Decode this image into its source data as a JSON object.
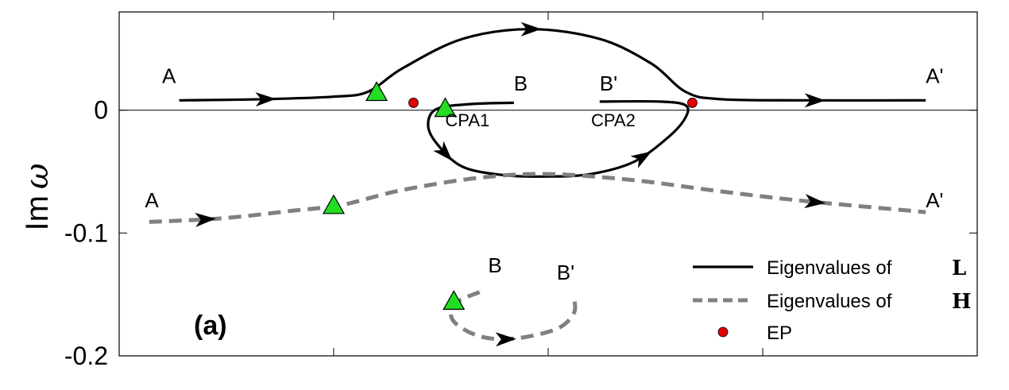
{
  "chart_data": {
    "type": "line",
    "panel_label": "(a)",
    "ylabel": "Im",
    "ylabel_symbol": "ω",
    "xlabel": "",
    "ylim": [
      -0.2,
      0.08
    ],
    "yticks": [
      "0",
      "-0.1",
      "-0.2"
    ],
    "grid": false,
    "zero_line": true,
    "legend": {
      "placement": "bottom-right",
      "entries": [
        {
          "label": "Eigenvalues of",
          "symbol": "L",
          "style": "solid",
          "color": "#000000"
        },
        {
          "label": "Eigenvalues of",
          "symbol": "H",
          "style": "dashed",
          "color": "#808080"
        },
        {
          "label": "EP",
          "style": "marker",
          "color": "#e00000"
        }
      ]
    },
    "series": [
      {
        "name": "Eigenvalues of L",
        "style": "solid",
        "color": "#000000",
        "branches": [
          {
            "start": "A",
            "end": "A'",
            "points": [
              [
                0.07,
                0.008
              ],
              [
                0.17,
                0.009
              ],
              [
                0.25,
                0.011
              ],
              [
                0.29,
                0.015
              ],
              [
                0.33,
                0.034
              ],
              [
                0.4,
                0.058
              ],
              [
                0.48,
                0.066
              ],
              [
                0.56,
                0.058
              ],
              [
                0.62,
                0.038
              ],
              [
                0.66,
                0.015
              ],
              [
                0.7,
                0.009
              ],
              [
                0.8,
                0.008
              ],
              [
                0.94,
                0.008
              ]
            ],
            "arrows_at": [
              0.17,
              0.48,
              0.81
            ]
          },
          {
            "start": "B",
            "end": "B'",
            "points": [
              [
                0.46,
                0.006
              ],
              [
                0.41,
                0.005
              ],
              [
                0.37,
                0.001
              ],
              [
                0.36,
                -0.012
              ],
              [
                0.37,
                -0.027
              ],
              [
                0.4,
                -0.046
              ],
              [
                0.45,
                -0.053
              ],
              [
                0.5,
                -0.054
              ],
              [
                0.55,
                -0.052
              ],
              [
                0.6,
                -0.042
              ],
              [
                0.64,
                -0.022
              ],
              [
                0.66,
                -0.006
              ],
              [
                0.66,
                0.004
              ],
              [
                0.63,
                0.007
              ],
              [
                0.56,
                0.007
              ]
            ],
            "arrows_at": [
              0.38,
              0.61
            ]
          }
        ]
      },
      {
        "name": "Eigenvalues of H",
        "style": "dashed",
        "color": "#808080",
        "branches": [
          {
            "start": "A",
            "end": "A'",
            "points": [
              [
                0.035,
                -0.091
              ],
              [
                0.12,
                -0.088
              ],
              [
                0.2,
                -0.082
              ],
              [
                0.26,
                -0.077
              ],
              [
                0.33,
                -0.065
              ],
              [
                0.42,
                -0.055
              ],
              [
                0.5,
                -0.052
              ],
              [
                0.6,
                -0.057
              ],
              [
                0.7,
                -0.066
              ],
              [
                0.8,
                -0.074
              ],
              [
                0.94,
                -0.083
              ]
            ],
            "arrows_at": [
              0.1,
              0.81
            ]
          },
          {
            "start": "B",
            "end": "B'",
            "points": [
              [
                0.42,
                -0.148
              ],
              [
                0.39,
                -0.158
              ],
              [
                0.39,
                -0.172
              ],
              [
                0.42,
                -0.184
              ],
              [
                0.46,
                -0.186
              ],
              [
                0.51,
                -0.178
              ],
              [
                0.53,
                -0.165
              ],
              [
                0.53,
                -0.153
              ]
            ],
            "arrows_at": [
              0.45
            ]
          }
        ]
      }
    ],
    "markers": {
      "cpa": [
        {
          "x": 0.3,
          "y": 0.015,
          "series": "L"
        },
        {
          "x": 0.38,
          "y": 0.002,
          "series": "L"
        },
        {
          "x": 0.25,
          "y": -0.077,
          "series": "H"
        },
        {
          "x": 0.39,
          "y": -0.155,
          "series": "H"
        }
      ],
      "ep": [
        {
          "x": 0.343,
          "y": 0.006
        },
        {
          "x": 0.668,
          "y": 0.006
        }
      ]
    },
    "annotations": [
      {
        "text": "A",
        "x": 0.05,
        "y": 0.022
      },
      {
        "text": "A'",
        "x": 0.94,
        "y": 0.022
      },
      {
        "text": "B",
        "x": 0.46,
        "y": 0.016
      },
      {
        "text": "B'",
        "x": 0.56,
        "y": 0.016
      },
      {
        "text": "CPA1",
        "x": 0.38,
        "y": -0.013
      },
      {
        "text": "CPA2",
        "x": 0.55,
        "y": -0.013
      },
      {
        "text": "A",
        "x": 0.03,
        "y": -0.079
      },
      {
        "text": "A'",
        "x": 0.94,
        "y": -0.079
      },
      {
        "text": "B",
        "x": 0.43,
        "y": -0.132
      },
      {
        "text": "B'",
        "x": 0.51,
        "y": -0.138
      }
    ],
    "colors": {
      "cpa_marker": "#22dd22",
      "ep_marker": "#e00000",
      "solid_line": "#000000",
      "dashed_line": "#808080"
    }
  }
}
